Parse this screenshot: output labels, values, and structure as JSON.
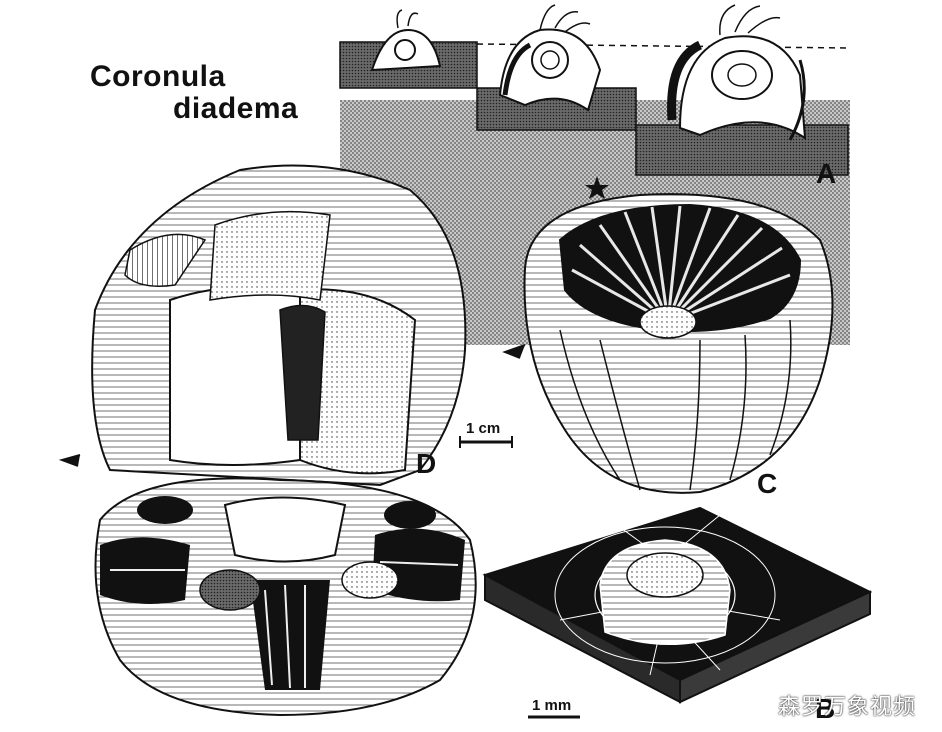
{
  "title": {
    "line1": "Coronula",
    "line2": "diadema"
  },
  "panels": {
    "a": "A",
    "b": "B",
    "c": "C",
    "d": "D"
  },
  "scales": {
    "cm": "1 cm",
    "mm": "1 mm"
  },
  "watermark": "森罗万象视频",
  "colors": {
    "ink": "#111111",
    "paper": "#ffffff",
    "stipple": "#9a9a9a",
    "dark": "#5a5a5a"
  }
}
